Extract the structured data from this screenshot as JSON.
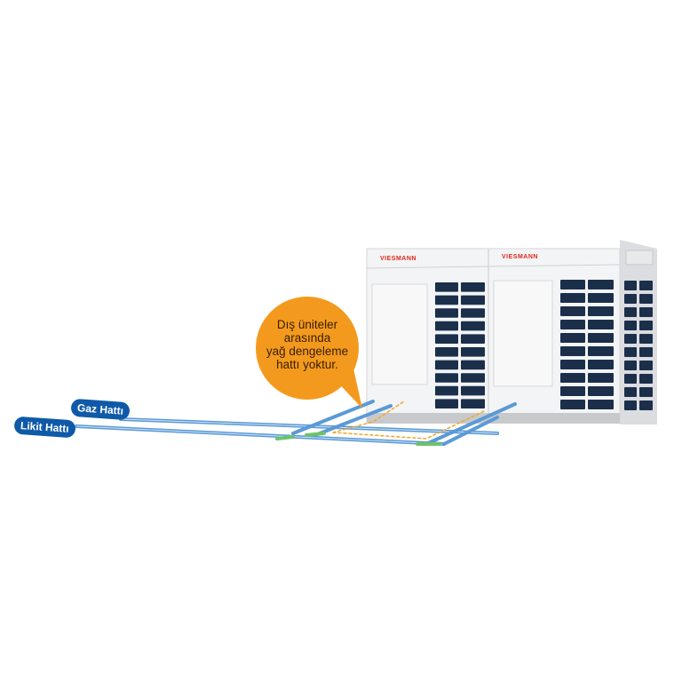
{
  "callout": {
    "lines": [
      "Dış üniteler",
      "arasında",
      "yağ dengeleme",
      "hattı yoktur."
    ],
    "color": "#f39a1e"
  },
  "labels": {
    "gas_line": "Gaz Hattı",
    "liquid_line": "Likit Hattı"
  },
  "brand": {
    "logo_text": "VIESMANN",
    "color": "#e3261c"
  },
  "colors": {
    "pipe": "#5b9ad6",
    "joint": "#6cc36b",
    "label_bg": "#0f5aa8",
    "grille": "#1b2f4b"
  }
}
